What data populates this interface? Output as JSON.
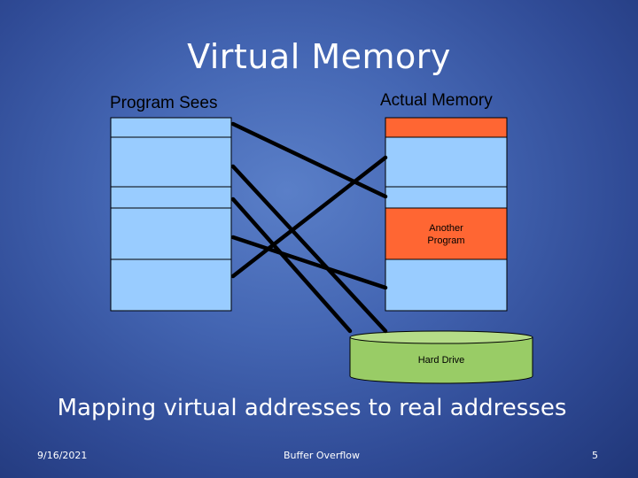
{
  "slide": {
    "title": "Virtual Memory",
    "subtitle": "Mapping virtual addresses to real addresses"
  },
  "diagram": {
    "left_column_label": "Program Sees",
    "right_column_label": "Actual Memory",
    "another_program_line1": "Another",
    "another_program_line2": "Program",
    "hard_drive_label": "Hard Drive"
  },
  "footer": {
    "date": "9/16/2021",
    "center": "Buffer Overflow",
    "page_number": "5"
  },
  "colors": {
    "block_fill": "#99ccff",
    "other_program_fill": "#ff6633",
    "hard_drive_fill": "#99cc66"
  }
}
